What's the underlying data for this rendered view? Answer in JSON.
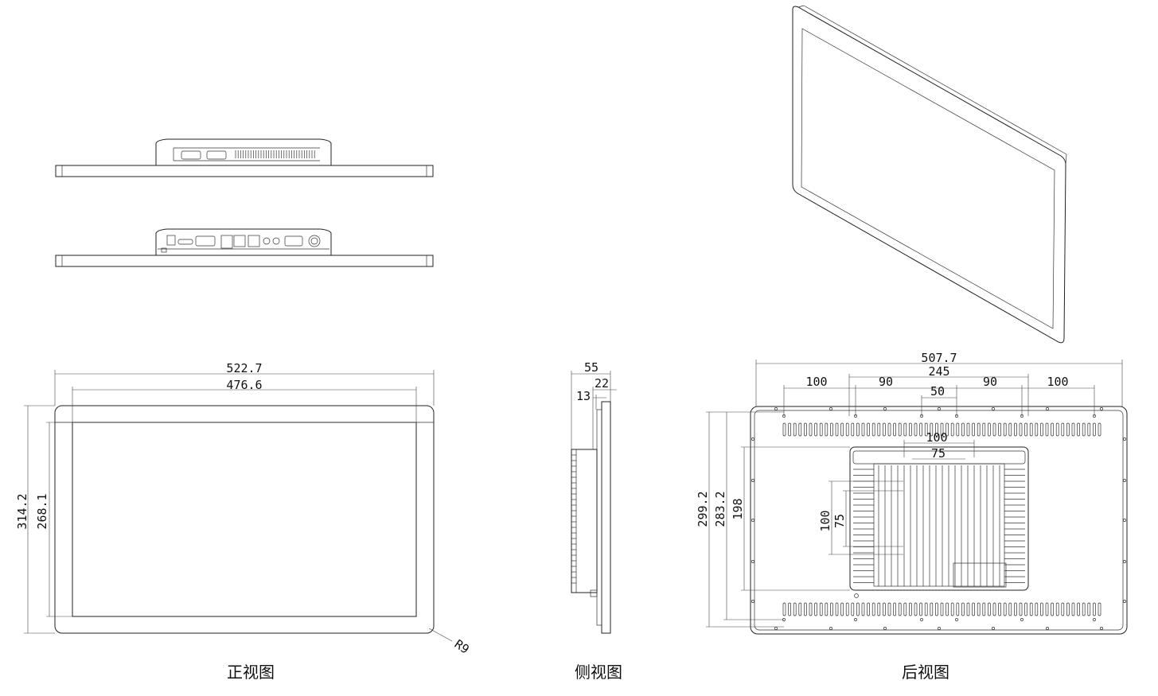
{
  "front_view": {
    "caption": "正视图",
    "width_outer": "522.7",
    "width_inner": "476.6",
    "height_outer": "314.2",
    "height_inner": "268.1",
    "corner_radius": "R9"
  },
  "side_view": {
    "caption": "侧视图",
    "depth_total": "55",
    "depth_22": "22",
    "depth_13": "13"
  },
  "rear_view": {
    "caption": "后视图",
    "width_overall": "507.7",
    "hole_span_245": "245",
    "spacing_left_100": "100",
    "spacing_left_90": "90",
    "spacing_center_50": "50",
    "spacing_right_90": "90",
    "spacing_right_100": "100",
    "vesa_100_horizontal": "100",
    "vesa_75_horizontal": "75",
    "height_299": "299.2",
    "height_283": "283.2",
    "height_198": "198",
    "vesa_100_vertical": "100",
    "vesa_75_vertical": "75"
  }
}
